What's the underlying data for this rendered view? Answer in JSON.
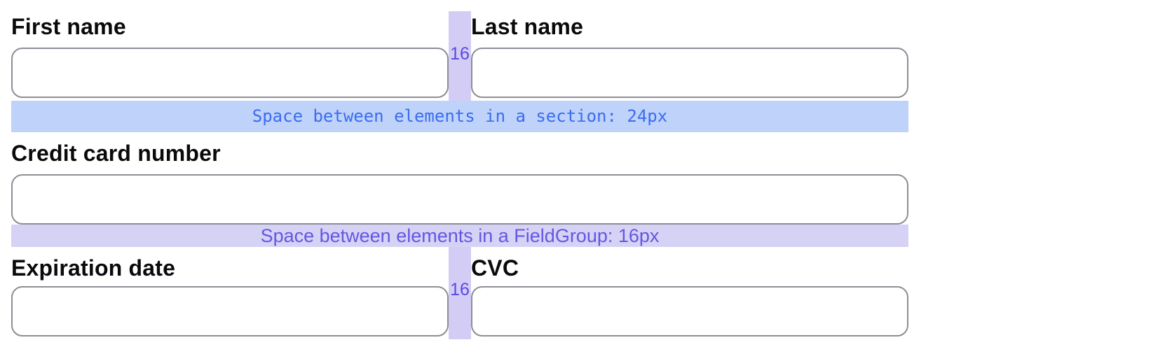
{
  "form": {
    "fields": {
      "first_name": {
        "label": "First name",
        "value": ""
      },
      "last_name": {
        "label": "Last name",
        "value": ""
      },
      "credit_card": {
        "label": "Credit card number",
        "value": ""
      },
      "expiration": {
        "label": "Expiration date",
        "value": ""
      },
      "cvc": {
        "label": "CVC",
        "value": ""
      }
    }
  },
  "annotations": {
    "section_gap": {
      "text": "Space between elements in a section: 24px"
    },
    "fieldgroup_gap": {
      "text": "Space between elements in a FieldGroup: 16px"
    },
    "horizontal_gap": {
      "label": "16"
    }
  },
  "colors": {
    "section_band_bg": "#bfd2fa",
    "section_band_text": "#3a6cf0",
    "fieldgroup_band_bg": "#d6d2f5",
    "fieldgroup_band_text": "#6357e2",
    "gap_band_bg": "#d3cdf6",
    "gap_label_text": "#5a49e0",
    "input_border": "#8d8d96",
    "label_text": "#0a0a0c"
  }
}
